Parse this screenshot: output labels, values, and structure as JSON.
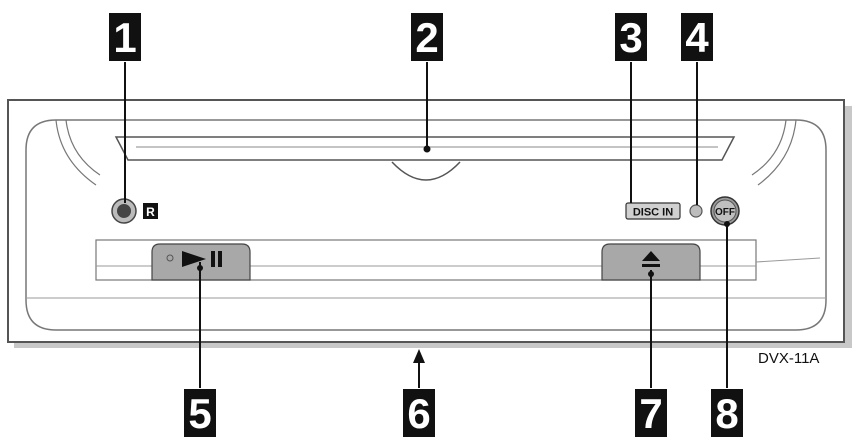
{
  "callouts": [
    {
      "id": "1",
      "label": "1"
    },
    {
      "id": "2",
      "label": "2"
    },
    {
      "id": "3",
      "label": "3"
    },
    {
      "id": "4",
      "label": "4"
    },
    {
      "id": "5",
      "label": "5"
    },
    {
      "id": "6",
      "label": "6"
    },
    {
      "id": "7",
      "label": "7"
    },
    {
      "id": "8",
      "label": "8"
    }
  ],
  "device": {
    "model": "DVX-11A",
    "disc_in_label": "DISC IN",
    "off_label": "OFF",
    "remote_sensor_mark": "R",
    "icons": {
      "play_pause": "play-pause-icon",
      "eject": "eject-icon"
    }
  },
  "colors": {
    "callout_bg": "#111111",
    "callout_text": "#ffffff",
    "panel_outline": "#555555",
    "button_fill": "#a8a8a8",
    "panel_shade": "#c8c8c8"
  }
}
